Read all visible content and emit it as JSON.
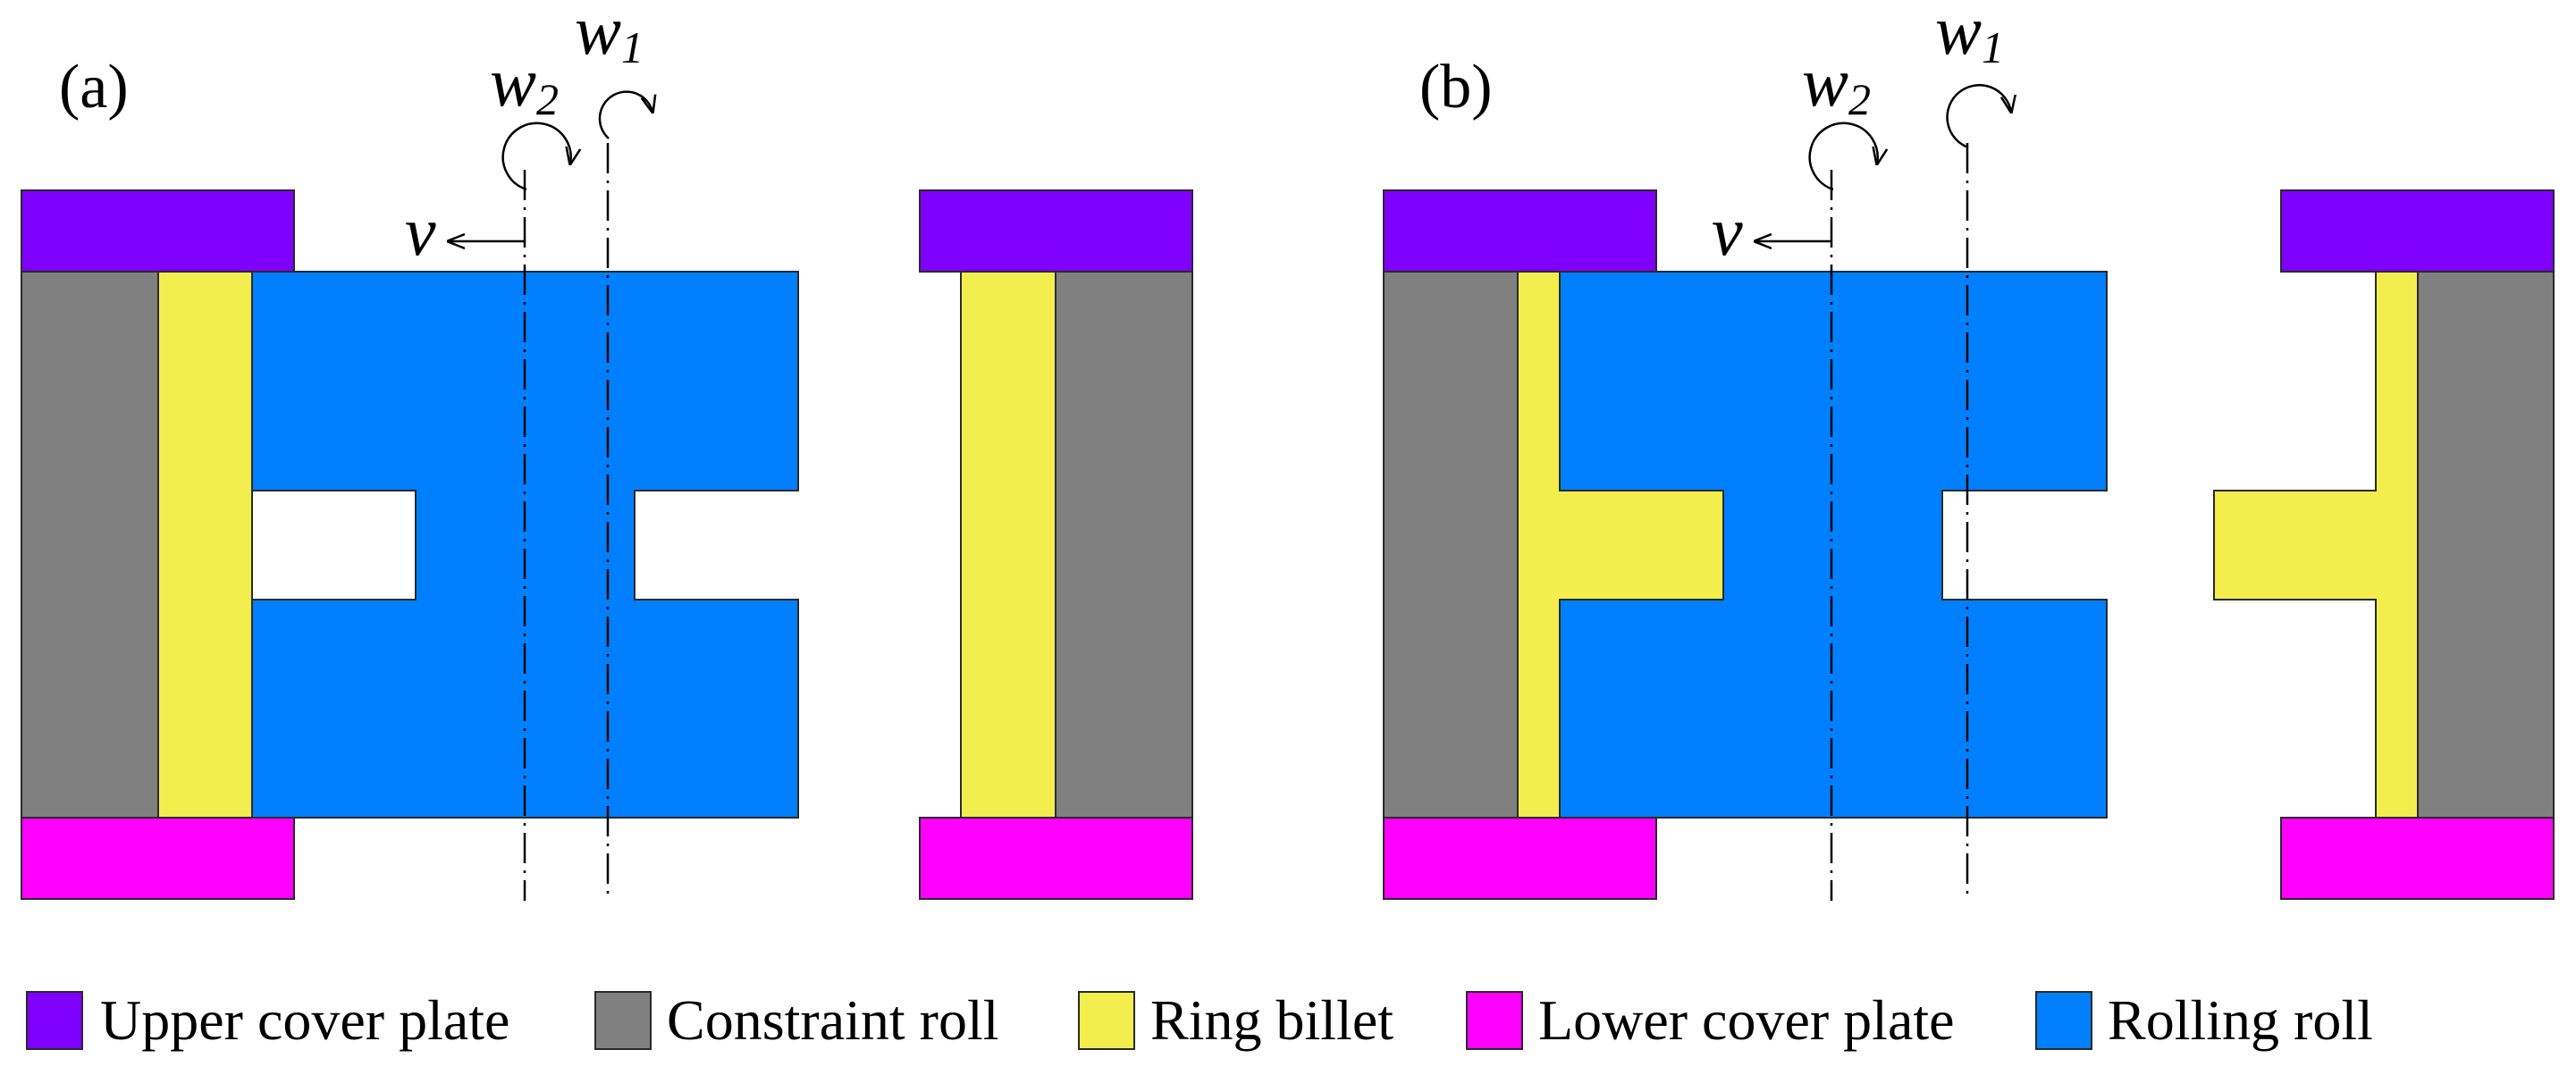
{
  "panels": [
    {
      "label": "(a)",
      "rotation_upper": "w",
      "rotation_upper_sub": "1",
      "rotation_lower": "w",
      "rotation_lower_sub": "2",
      "velocity": "v"
    },
    {
      "label": "(b)",
      "rotation_upper": "w",
      "rotation_upper_sub": "1",
      "rotation_lower": "w",
      "rotation_lower_sub": "2",
      "velocity": "v"
    }
  ],
  "legend": [
    {
      "label": "Upper cover plate",
      "color": "#7f00ff"
    },
    {
      "label": "Constraint roll",
      "color": "#808080"
    },
    {
      "label": "Ring billet",
      "color": "#f2ee4d"
    },
    {
      "label": "Lower cover plate",
      "color": "#ff00ff"
    },
    {
      "label": "Rolling roll",
      "color": "#0080ff"
    }
  ]
}
